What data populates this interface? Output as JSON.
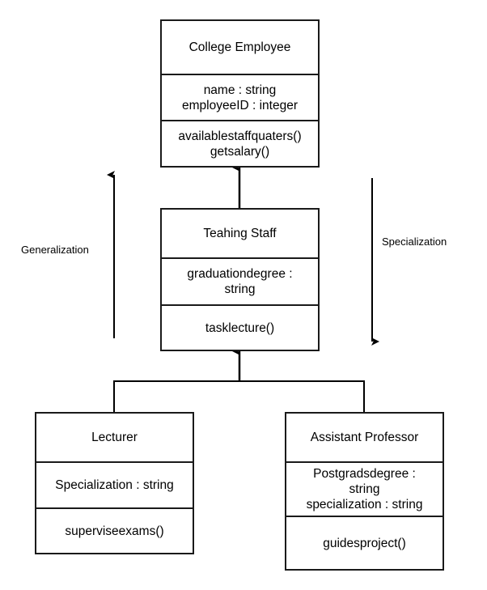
{
  "diagram": {
    "type": "UML class hierarchy",
    "classes": {
      "college_employee": {
        "name": "College Employee",
        "attributes": [
          "name : string",
          "employeeID : integer"
        ],
        "methods": [
          "availablestaffquaters()",
          "getsalary()"
        ]
      },
      "teaching_staff": {
        "name": "Teahing Staff",
        "attributes": [
          "graduationdegree :",
          "string"
        ],
        "methods": [
          "tasklecture()"
        ]
      },
      "lecturer": {
        "name": "Lecturer",
        "attributes": [
          "Specialization : string"
        ],
        "methods": [
          "superviseexams()"
        ]
      },
      "assistant_professor": {
        "name": "Assistant Professor",
        "attributes": [
          "Postgradsdegree :",
          "string",
          "specialization : string"
        ],
        "methods": [
          "guidesproject()"
        ]
      }
    },
    "relationships": [
      {
        "from": "Teahing Staff",
        "to": "College Employee",
        "type": "inheritance"
      },
      {
        "from": "Lecturer",
        "to": "Teahing Staff",
        "type": "inheritance"
      },
      {
        "from": "Assistant Professor",
        "to": "Teahing Staff",
        "type": "inheritance"
      }
    ],
    "annotations": {
      "generalization": "Generalization",
      "specialization": "Specialization"
    },
    "colors": {
      "line": "#1a1a1a",
      "background": "#ffffff"
    }
  }
}
